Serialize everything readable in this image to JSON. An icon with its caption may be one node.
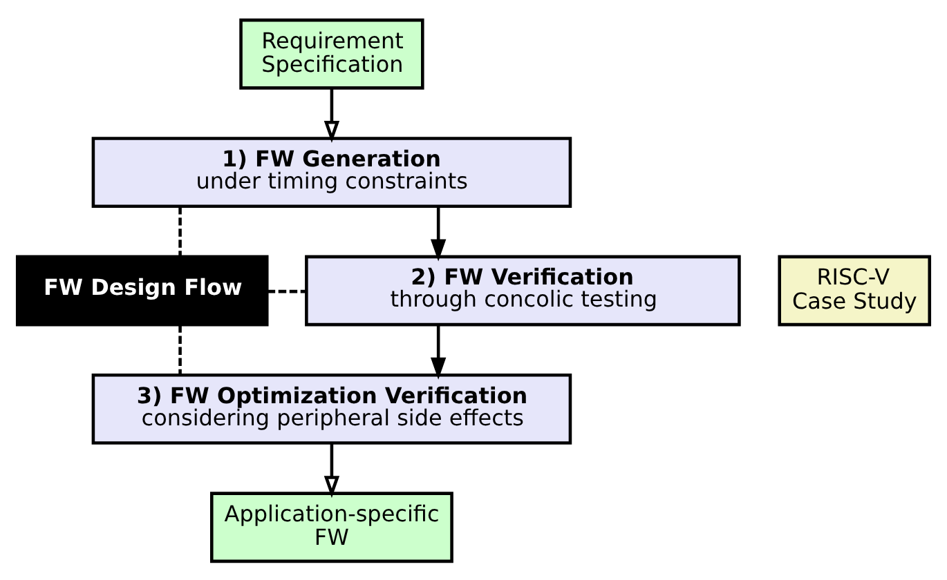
{
  "diagram": {
    "nodes": [
      {
        "text": [
          "Requirement Specification"
        ]
      },
      {
        "text": [
          "1) FW Generation",
          "under timing constraints"
        ]
      },
      {
        "text": [
          "FW Design Flow"
        ]
      },
      {
        "text": [
          "2) FW Verification",
          "through concolic testing"
        ]
      },
      {
        "text": [
          "RISC-V Case Study"
        ]
      },
      {
        "text": [
          "3) FW Optimization Verification",
          "considering peripheral side effects"
        ]
      },
      {
        "text": [
          "Application-specific FW"
        ]
      }
    ],
    "edges": [
      {
        "from": 0,
        "to": 1,
        "arrow": "to"
      },
      {
        "from": 1,
        "to": 3,
        "arrow": "to"
      },
      {
        "from": 1,
        "to": 2,
        "arrow": "none",
        "style": "dashed"
      },
      {
        "from": 2,
        "to": 3,
        "arrow": "none",
        "style": "dashed"
      },
      {
        "from": 2,
        "to": 5,
        "arrow": "none",
        "style": "dashed"
      },
      {
        "from": 3,
        "to": 5,
        "arrow": "to"
      },
      {
        "from": 5,
        "to": 6,
        "arrow": "to"
      }
    ]
  }
}
